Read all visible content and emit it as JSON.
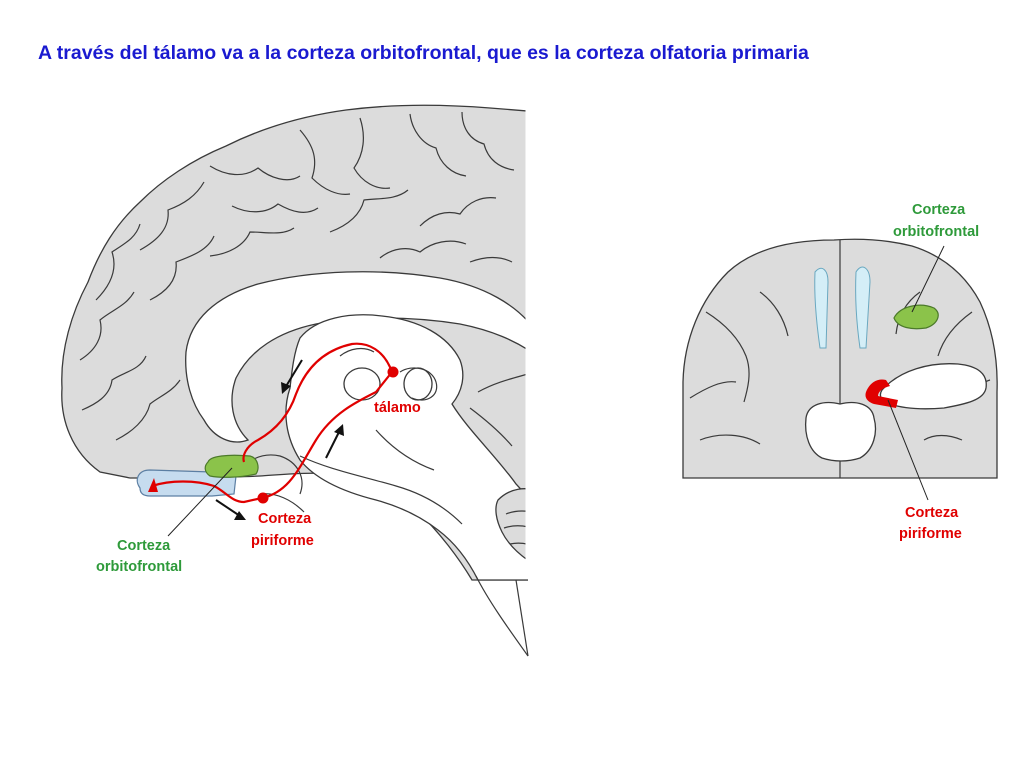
{
  "slide": {
    "title": "A través del tálamo va a la corteza orbitofrontal, que es la corteza olfatoria primaria"
  },
  "sagittal": {
    "labels": {
      "thalamus": "tálamo",
      "orbitofrontal_line1": "Corteza",
      "orbitofrontal_line2": "orbitofrontal",
      "piriform_line1": "Corteza",
      "piriform_line2": "piriforme"
    }
  },
  "coronal": {
    "labels": {
      "orbitofrontal_line1": "Corteza",
      "orbitofrontal_line2": "orbitofrontal",
      "piriform_line1": "Corteza",
      "piriform_line2": "piriforme"
    }
  },
  "colors": {
    "title": "#1a1ad0",
    "orbitofrontal": "#2e9a3a",
    "piriform": "#e00000",
    "orbitofrontal_fill": "#8bc34a",
    "olfactory_bulb_fill": "#c6dcef",
    "ventricle_fill": "#d4eef7",
    "brain_fill": "#dcdcdc"
  }
}
